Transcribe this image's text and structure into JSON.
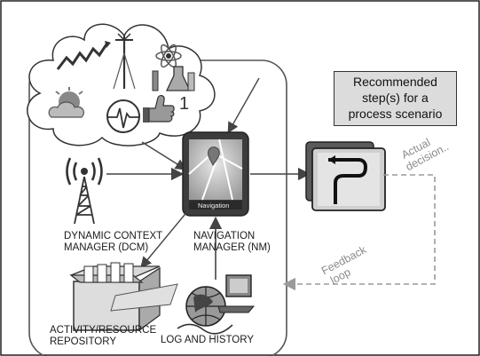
{
  "labels": {
    "dcm": [
      "DYNAMIC CONTEXT",
      "MANAGER (DCM)"
    ],
    "nm": [
      "NAVIGATION",
      "MANAGER (NM)"
    ],
    "repo": [
      "ACTIVITY/RESOURCE",
      "REPOSITORY"
    ],
    "log": "LOG AND HISTORY",
    "recommended": [
      "Recommended",
      "step(s) for a",
      "process scenario"
    ],
    "actual": [
      "Actual",
      "decision.."
    ],
    "feedback": [
      "Feedback",
      "loop"
    ],
    "device_screen": "Navigation",
    "thumbs_count": "1"
  },
  "colors": {
    "frame": "#555555",
    "arrow": "#444444",
    "dashed_arrow": "#9a9a9a",
    "box_fill": "#dcdcdc"
  },
  "icons": [
    "chart-trend-icon",
    "antenna-icon",
    "science-icon",
    "weather-icon",
    "heartbeat-icon",
    "thumbs-up-icon",
    "radio-tower-icon",
    "navigation-device-icon",
    "route-map-icon",
    "file-box-icon",
    "globe-computer-icon"
  ]
}
